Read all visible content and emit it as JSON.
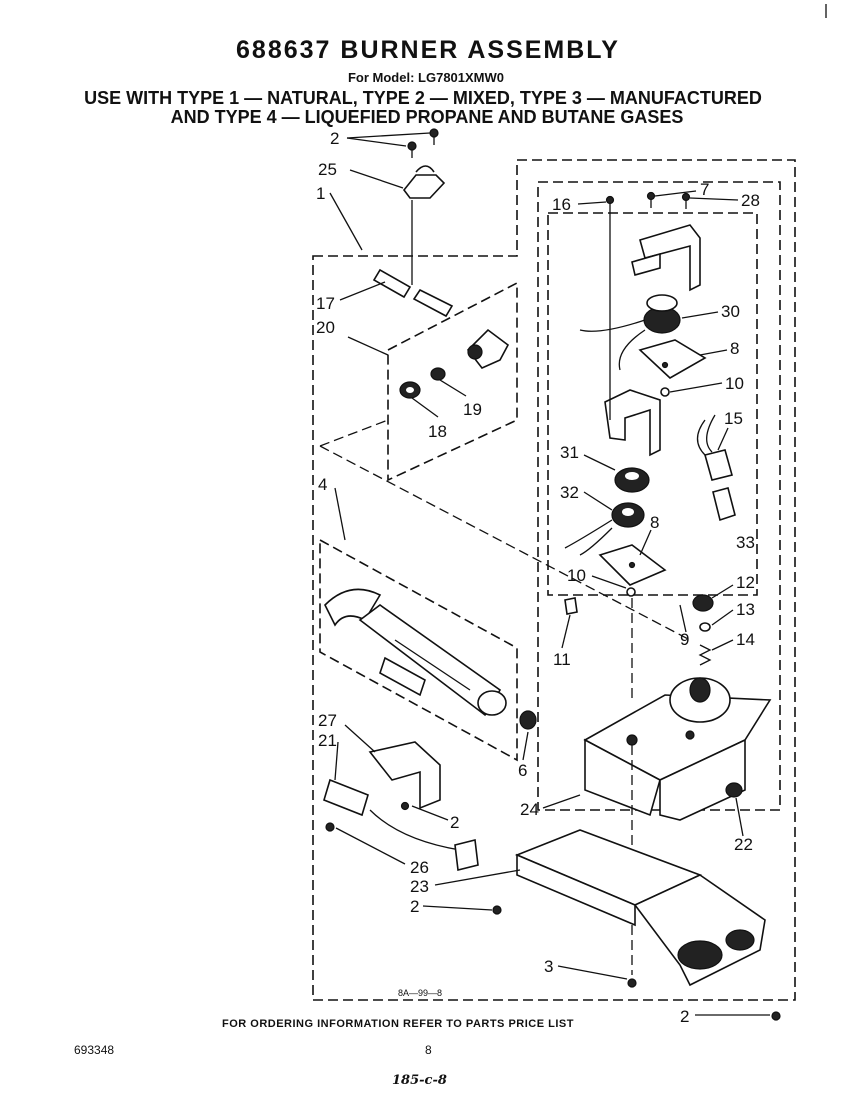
{
  "header": {
    "title": "688637 BURNER ASSEMBLY",
    "model": "For Model: LG7801XMW0",
    "usage_line1": "USE WITH TYPE 1 — NATURAL, TYPE 2 — MIXED, TYPE 3 — MANUFACTURED",
    "usage_line2": "AND TYPE 4 — LIQUEFIED PROPANE AND BUTANE GASES"
  },
  "callouts": {
    "c1": "1",
    "c2a": "2",
    "c2b": "2",
    "c2c": "2",
    "c2d": "2",
    "c3": "3",
    "c4": "4",
    "c6": "6",
    "c7": "7",
    "c8a": "8",
    "c8b": "8",
    "c9": "9",
    "c10a": "10",
    "c10b": "10",
    "c11": "11",
    "c12": "12",
    "c13": "13",
    "c14": "14",
    "c15": "15",
    "c16": "16",
    "c17": "17",
    "c18": "18",
    "c19": "19",
    "c20": "20",
    "c21": "21",
    "c22": "22",
    "c23": "23",
    "c24": "24",
    "c25": "25",
    "c26": "26",
    "c27": "27",
    "c28": "28",
    "c30": "30",
    "c31": "31",
    "c32": "32",
    "c33": "33"
  },
  "drawing_code": "8A—99—8",
  "footer": {
    "ordering_note": "FOR ORDERING INFORMATION REFER TO PARTS PRICE LIST",
    "doc_number": "693348",
    "page_number": "8",
    "handwritten_code": "185-c-8"
  }
}
